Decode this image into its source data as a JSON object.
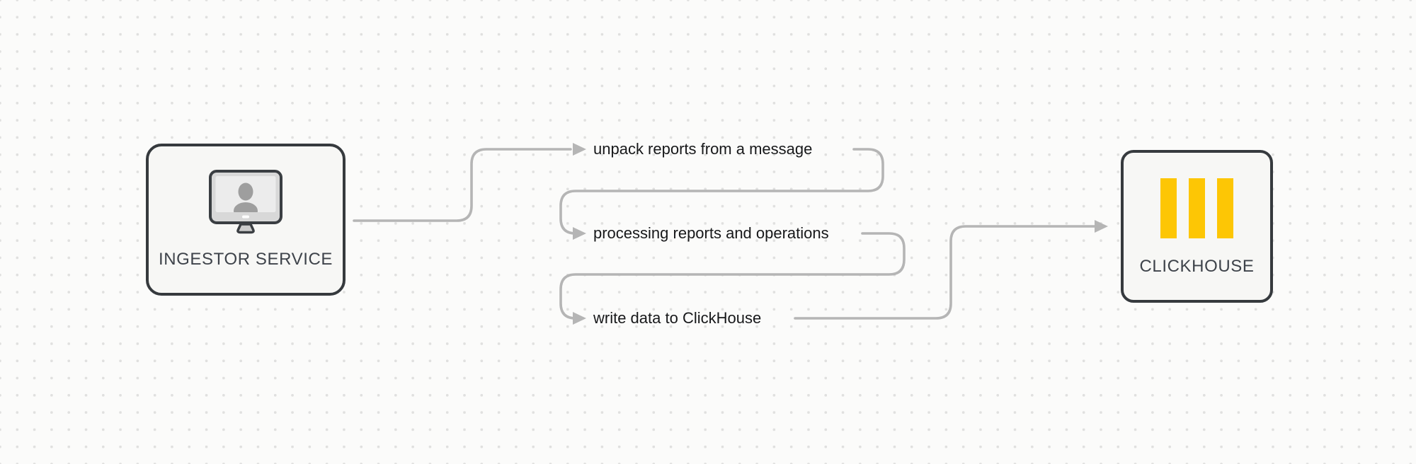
{
  "canvas": {
    "background_color": "#fbfbfa",
    "dot_color": "#e0e0df"
  },
  "colors": {
    "line_color": "#b5b5b5",
    "text_color": "#17181a",
    "node_border": "#363a3e",
    "node_fill": "#f7f7f5",
    "node_label": "#3e434a",
    "clickhouse_yellow": "#fdc605",
    "icon_gray": "#9e9e9e"
  },
  "nodes": {
    "ingestor": {
      "label": "INGESTOR SERVICE",
      "icon": "monitor-user-icon"
    },
    "clickhouse": {
      "label": "CLICKHOUSE",
      "icon": "clickhouse-bars-icon"
    }
  },
  "steps": [
    {
      "label": "unpack reports from a message"
    },
    {
      "label": "processing reports and operations"
    },
    {
      "label": "write data to ClickHouse"
    }
  ]
}
